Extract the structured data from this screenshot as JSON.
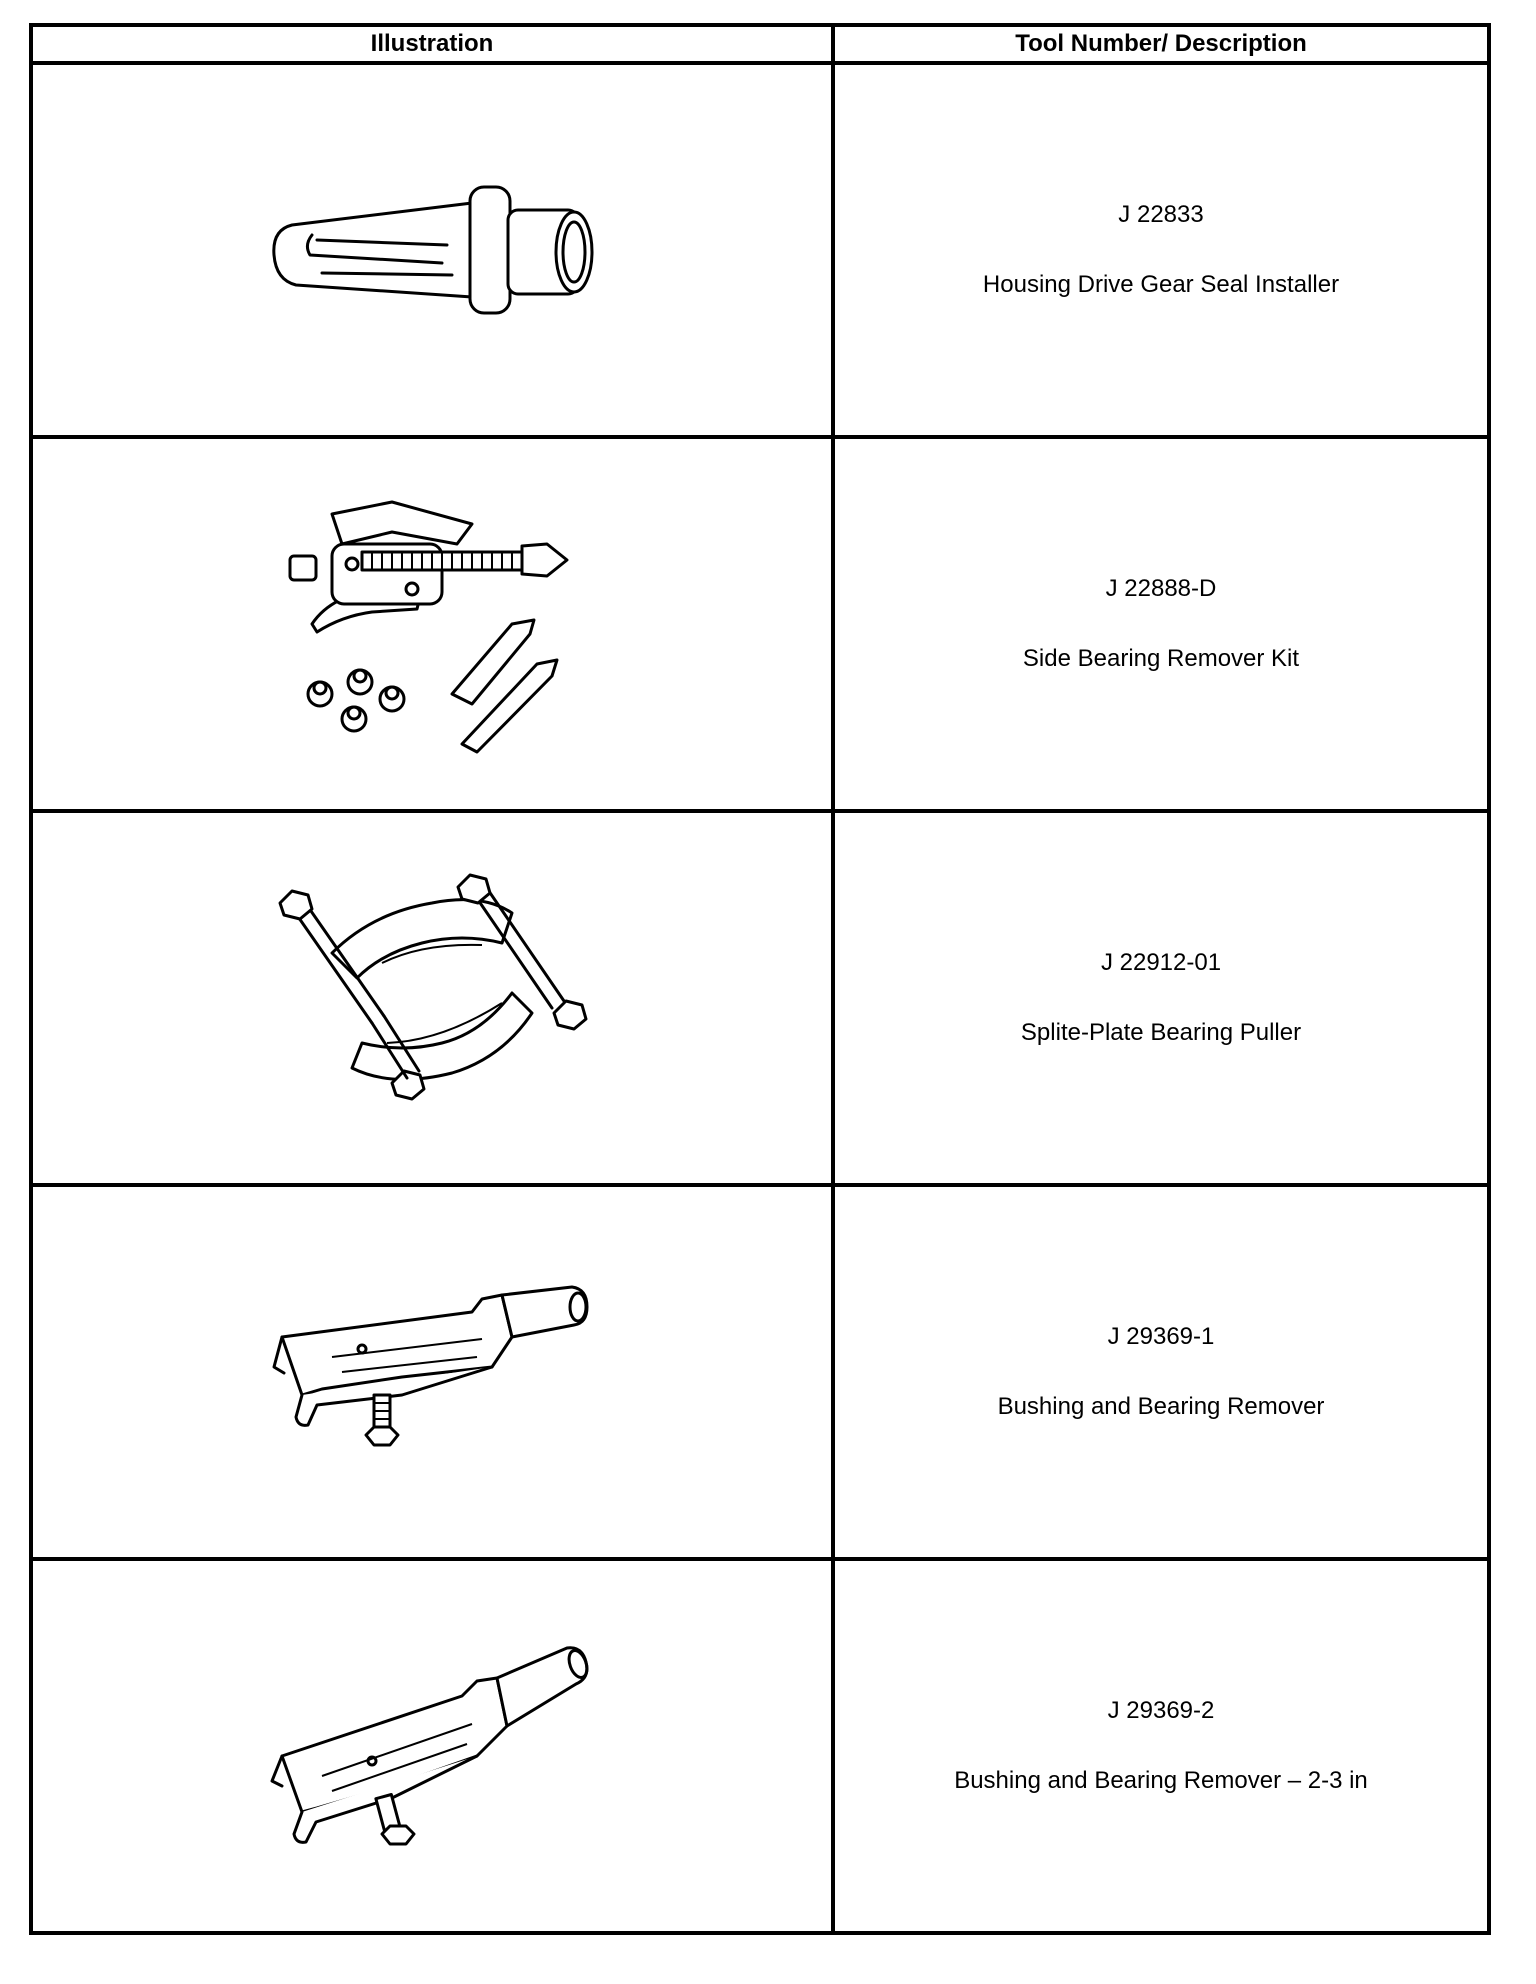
{
  "table": {
    "headers": {
      "illustration": "Illustration",
      "tool": "Tool Number/ Description"
    },
    "rows": [
      {
        "number": "J 22833",
        "description": "Housing Drive Gear Seal Installer",
        "icon": "seal-installer-icon"
      },
      {
        "number": "J 22888-D",
        "description": "Side Bearing Remover Kit",
        "icon": "bearing-remover-kit-icon"
      },
      {
        "number": "J 22912-01",
        "description": "Splite-Plate Bearing Puller",
        "icon": "split-plate-puller-icon"
      },
      {
        "number": "J 29369-1",
        "description": "Bushing and Bearing Remover",
        "icon": "bushing-remover-icon"
      },
      {
        "number": "J 29369-2",
        "description": "Bushing and Bearing Remover – 2-3 in",
        "icon": "bushing-remover-2-3-icon"
      }
    ]
  },
  "colors": {
    "line": "#000000",
    "background": "#ffffff"
  }
}
